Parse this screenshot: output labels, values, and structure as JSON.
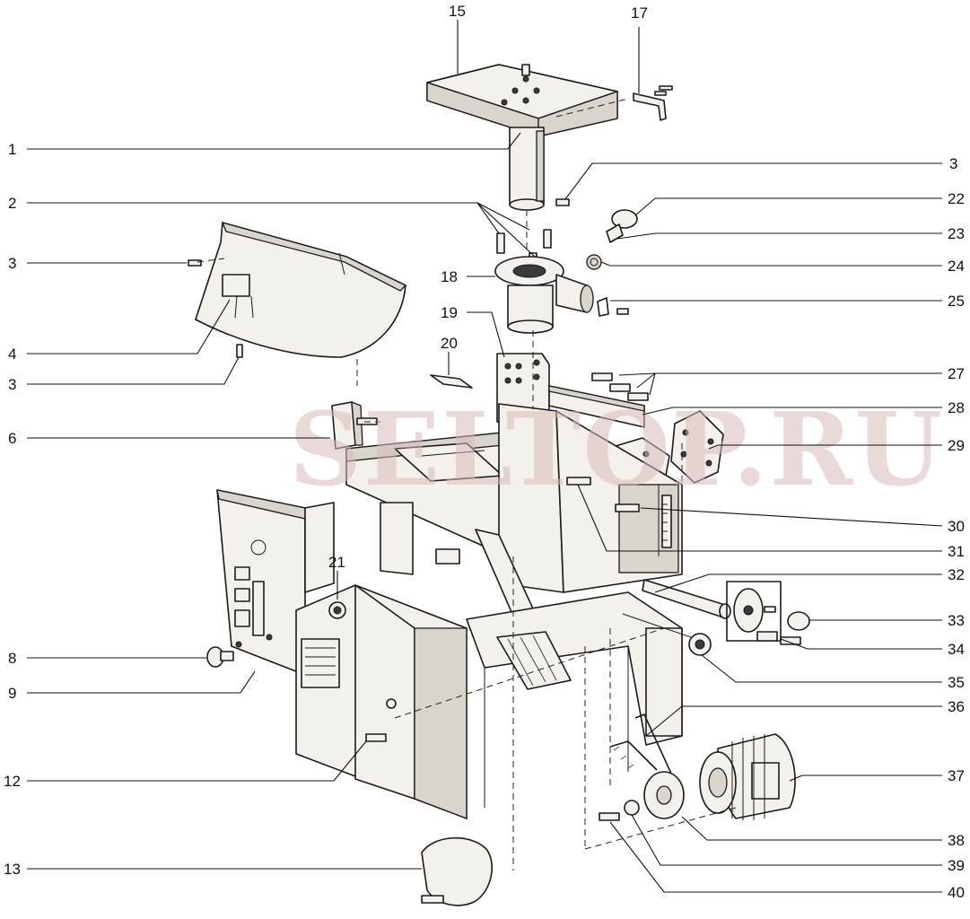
{
  "watermark": "SELTOP.RU",
  "callouts": {
    "c1": "1",
    "c2": "2",
    "c3a": "3",
    "c3b": "3",
    "c3c": "3",
    "c4": "4",
    "c6": "6",
    "c8": "8",
    "c9": "9",
    "c12": "12",
    "c13": "13",
    "c15": "15",
    "c17": "17",
    "c18": "18",
    "c19": "19",
    "c20": "20",
    "c21": "21",
    "c22": "22",
    "c23": "23",
    "c24": "24",
    "c25": "25",
    "c27": "27",
    "c28": "28",
    "c29": "29",
    "c30": "30",
    "c31": "31",
    "c32": "32",
    "c33": "33",
    "c34": "34",
    "c35": "35",
    "c36": "36",
    "c37": "37",
    "c38": "38",
    "c39": "39",
    "c40": "40"
  }
}
